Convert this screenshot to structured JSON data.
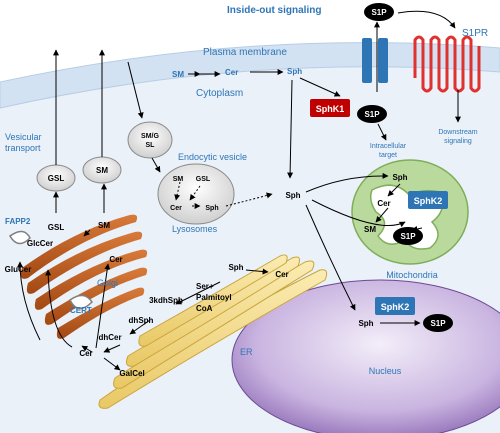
{
  "titles": {
    "inside_out": "Inside-out signaling",
    "plasma_membrane": "Plasma membrane",
    "cytoplasm": "Cytoplasm",
    "s1pr": "S1PR",
    "downstream_1": "Downstream",
    "downstream_2": "signaling",
    "intracellular_1": "Intracellular",
    "intracellular_2": "target",
    "vesicular_1": "Vesicular",
    "vesicular_2": "transport",
    "endocytic_vesicle": "Endocytic vesicle",
    "lysosomes": "Lysosomes",
    "mitochondria": "Mitochondria",
    "golgi": "Golgi",
    "er": "ER",
    "nucleus": "Nucleus"
  },
  "molecules": {
    "sm": "SM",
    "cer": "Cer",
    "sph": "Sph",
    "s1p": "S1P",
    "gsl": "GSL",
    "glccer": "GlcCer",
    "glucer": "GluCer",
    "dhcer": "dhCer",
    "dhsph": "dhSph",
    "kdhsph": "3kdhSph",
    "galcel": "GalCel",
    "smg_1": "SM/G",
    "smg_2": "SL",
    "ser_1": "Ser+",
    "ser_2": "Palmitoyl",
    "ser_3": "CoA"
  },
  "proteins": {
    "sphk1": "SphK1",
    "sphk2_mito": "SphK2",
    "sphk2_nucleus": "SphK2",
    "fapp2": "FAPP2",
    "cert": "CERT"
  },
  "colors": {
    "blue_text": "#2e75b6",
    "membrane": "#d6e4f3",
    "cytoplasm": "#e9f0f8",
    "golgi": "#c05a1b",
    "er": "#f2d98a",
    "nucleus": "#8e6ab8",
    "mito_outer": "#a9cf8c",
    "sphk1": "#c00000",
    "sphk2": "#2e75b6",
    "s1pr": "#e03030",
    "channel": "#2e75b6"
  }
}
